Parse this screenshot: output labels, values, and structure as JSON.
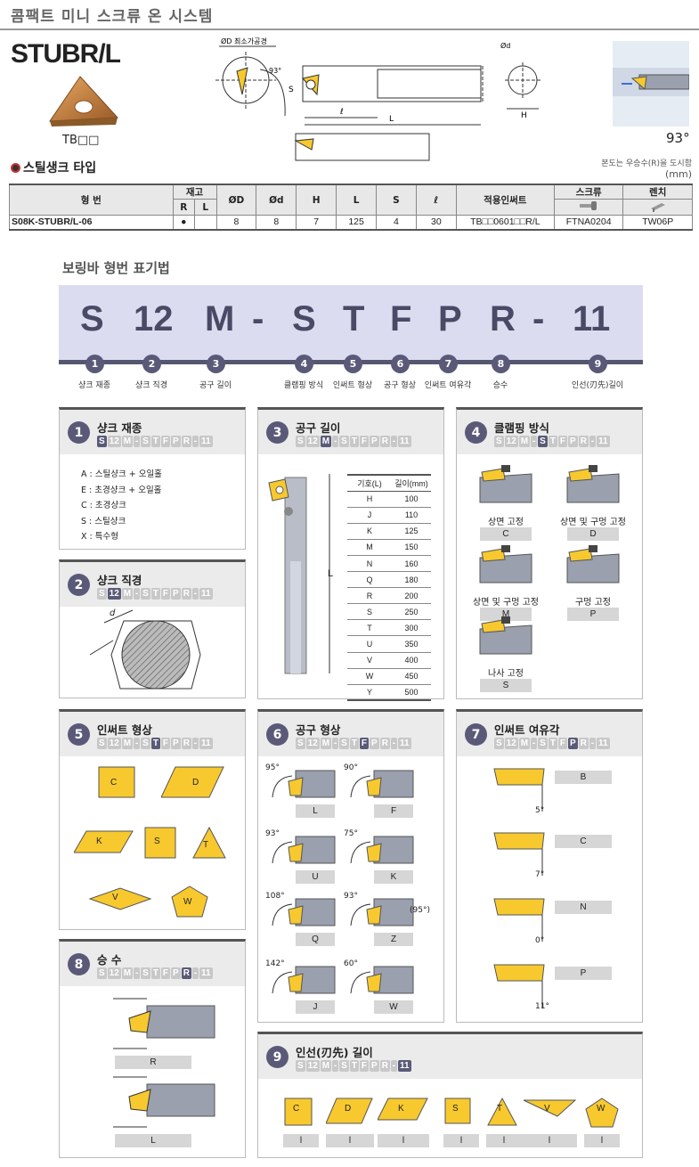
{
  "header": {
    "title": "콤팩트 미니 스크류 온 시스템",
    "model": "STUBR/L",
    "insert_label": "TB□□",
    "angle": "93°"
  },
  "drawing_labels": {
    "d_min_bore": "ØD 최소가공경",
    "angle": "93°",
    "s": "S",
    "l_small": "ℓ",
    "l": "L",
    "od": "Ød",
    "h": "H"
  },
  "section": {
    "title": "스틸생크 타입",
    "note_line1": "본도는 우승수(R)을 도시함",
    "note_line2": "(mm)"
  },
  "spec_table": {
    "headers": {
      "model": "형 번",
      "stock": "재고",
      "r": "R",
      "l": "L",
      "D": "ØD",
      "d": "Ød",
      "H": "H",
      "L": "L",
      "S": "S",
      "ell": "ℓ",
      "insert": "적용인써트",
      "screw": "스크류",
      "wrench": "렌치"
    },
    "row": {
      "model": "S08K-STUBR/L-06",
      "r": "●",
      "l": "",
      "D": "8",
      "d": "8",
      "H": "7",
      "L": "125",
      "S": "4",
      "ell": "30",
      "insert": "TB□□0601□□R/L",
      "screw": "FTNA0204",
      "wrench": "TW06P"
    }
  },
  "designation": {
    "title": "보링바 형번 표기법",
    "code": [
      "S",
      "12",
      "M",
      "-",
      "S",
      "T",
      "F",
      "P",
      "R",
      "-",
      "11"
    ],
    "items": [
      {
        "num": "1",
        "label": "샹크 재종"
      },
      {
        "num": "2",
        "label": "샹크 직경"
      },
      {
        "num": "3",
        "label": "공구 길이"
      },
      {
        "num": "4",
        "label": "클램핑 방식"
      },
      {
        "num": "5",
        "label": "인써트 형상"
      },
      {
        "num": "6",
        "label": "공구 형상"
      },
      {
        "num": "7",
        "label": "인써트 여유각"
      },
      {
        "num": "8",
        "label": "승수"
      },
      {
        "num": "9",
        "label": "인선(刃先)길이"
      }
    ]
  },
  "panels": {
    "p1": {
      "num": "1",
      "title": "샹크 재종",
      "materials": [
        "A : 스틸샹크 + 오일홀",
        "E : 초경샹크 + 오일홀",
        "C : 초경샹크",
        "S : 스틸샹크",
        "X : 특수형"
      ]
    },
    "p2": {
      "num": "2",
      "title": "샹크 직경",
      "d_label": "d"
    },
    "p3": {
      "num": "3",
      "title": "공구 길이",
      "l_label": "L",
      "col1": "기호(L)",
      "col2": "길이(mm)",
      "rows": [
        [
          "H",
          "100"
        ],
        [
          "J",
          "110"
        ],
        [
          "K",
          "125"
        ],
        [
          "M",
          "150"
        ],
        [
          "N",
          "160"
        ],
        [
          "Q",
          "180"
        ],
        [
          "R",
          "200"
        ],
        [
          "S",
          "250"
        ],
        [
          "T",
          "300"
        ],
        [
          "U",
          "350"
        ],
        [
          "V",
          "400"
        ],
        [
          "W",
          "450"
        ],
        [
          "Y",
          "500"
        ]
      ]
    },
    "p4": {
      "num": "4",
      "title": "클램핑 방식",
      "items": [
        {
          "caption": "상면 고정",
          "code": "C"
        },
        {
          "caption": "상면 및 구멍 고정",
          "code": "D"
        },
        {
          "caption": "상면 및 구멍 고정",
          "code": "M"
        },
        {
          "caption": "구멍 고정",
          "code": "P"
        },
        {
          "caption": "나사 고정",
          "code": "S"
        }
      ]
    },
    "p5": {
      "num": "5",
      "title": "인써트 형상",
      "shapes": [
        "C",
        "D",
        "K",
        "S",
        "T",
        "V",
        "W"
      ]
    },
    "p6": {
      "num": "6",
      "title": "공구 형상",
      "items": [
        {
          "angle": "95°",
          "code": "L"
        },
        {
          "angle": "90°",
          "code": "F"
        },
        {
          "angle": "93°",
          "code": "U"
        },
        {
          "angle": "75°",
          "code": "K"
        },
        {
          "angle": "108°",
          "code": "Q"
        },
        {
          "angle": "93°",
          "angle2": "(95°)",
          "code": "Z"
        },
        {
          "angle": "142°",
          "code": "J"
        },
        {
          "angle": "60°",
          "code": "W"
        }
      ]
    },
    "p7": {
      "num": "7",
      "title": "인써트 여유각",
      "items": [
        {
          "angle": "5°",
          "code": "B"
        },
        {
          "angle": "7°",
          "code": "C"
        },
        {
          "angle": "0°",
          "code": "N"
        },
        {
          "angle": "11°",
          "code": "P"
        }
      ]
    },
    "p8": {
      "num": "8",
      "title": "승 수",
      "items": [
        "R",
        "L"
      ]
    },
    "p9": {
      "num": "9",
      "title": "인선(刃先) 길이",
      "shapes": [
        "C",
        "D",
        "K",
        "S",
        "T",
        "V",
        "W"
      ],
      "dim": "l"
    }
  },
  "colors": {
    "insert_yellow": "#f7c92e",
    "tool_gray": "#9aa0ad",
    "accent": "#5a5a78",
    "banner": "#dcdcf0"
  }
}
